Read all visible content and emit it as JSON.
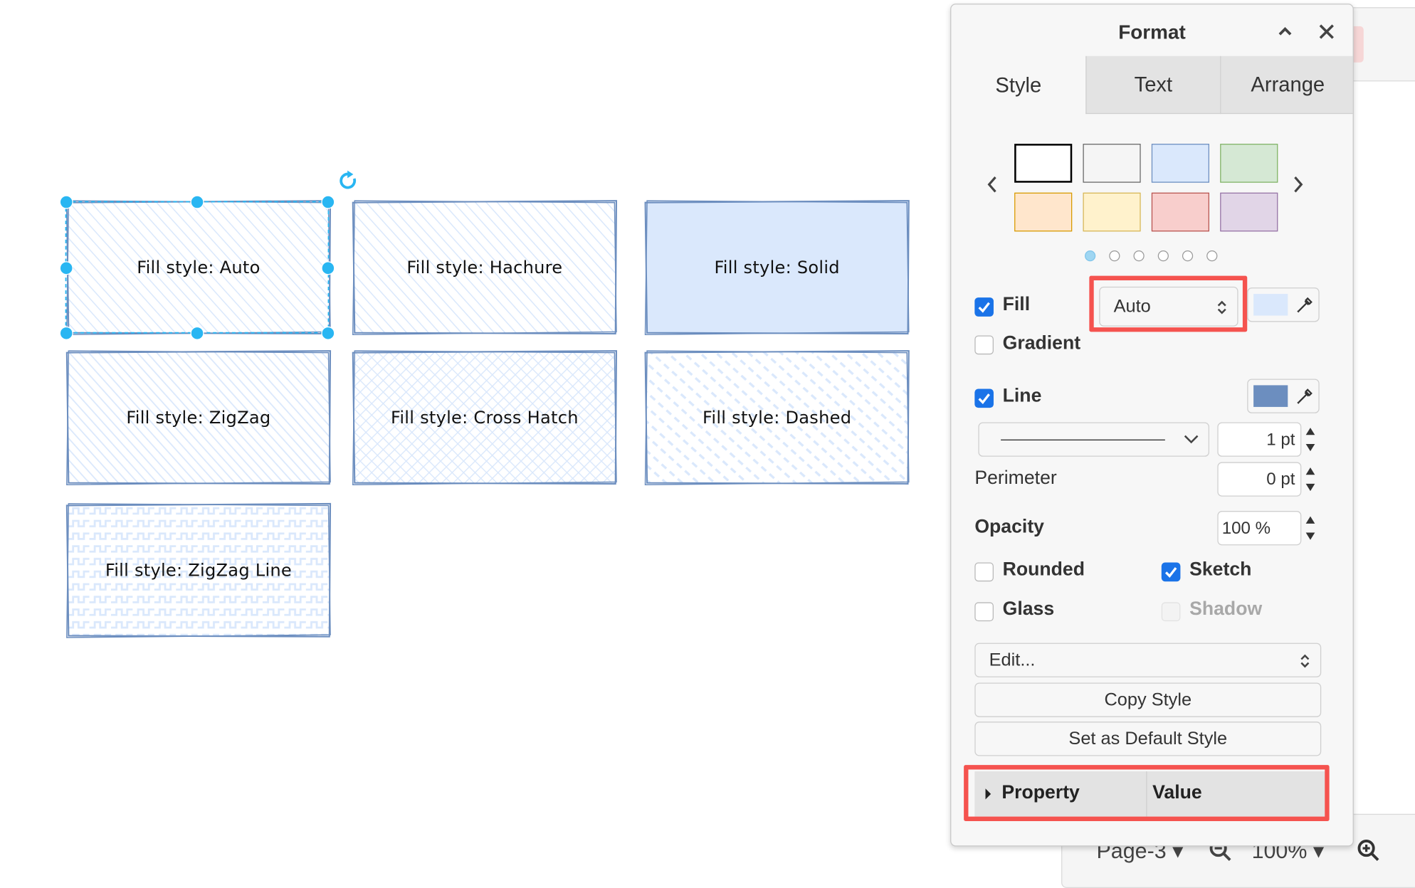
{
  "canvas": {
    "shapes": [
      {
        "label": "Fill style: Auto",
        "fill_style": "auto",
        "selected": true
      },
      {
        "label": "Fill style: Hachure",
        "fill_style": "hachure"
      },
      {
        "label": "Fill style: Solid",
        "fill_style": "solid"
      },
      {
        "label": "Fill style: ZigZag",
        "fill_style": "zigzag"
      },
      {
        "label": "Fill style: Cross Hatch",
        "fill_style": "cross-hatch"
      },
      {
        "label": "Fill style: Dashed",
        "fill_style": "dashed"
      },
      {
        "label": "Fill style: ZigZag Line",
        "fill_style": "zigzag-line"
      }
    ],
    "rotate_icon": "rotate-icon"
  },
  "colors": {
    "shape_stroke": "#6c8ebf",
    "shape_fill": "#dae8fc",
    "selection": "#29b6f2",
    "highlight": "#f5534f",
    "checkbox": "#1a73e8"
  },
  "format_panel": {
    "title": "Format",
    "collapse_icon": "chevron-up-icon",
    "close_icon": "close-icon",
    "tabs": [
      {
        "label": "Style",
        "active": true
      },
      {
        "label": "Text",
        "active": false
      },
      {
        "label": "Arrange",
        "active": false
      }
    ],
    "swatches": [
      {
        "fill": "#ffffff",
        "stroke": "#000000"
      },
      {
        "fill": "#f5f5f5",
        "stroke": "#666666"
      },
      {
        "fill": "#dae8fc",
        "stroke": "#6c8ebf"
      },
      {
        "fill": "#d5e8d4",
        "stroke": "#82b366"
      },
      {
        "fill": "#ffe6cc",
        "stroke": "#d79b00"
      },
      {
        "fill": "#fff2cc",
        "stroke": "#d6b656"
      },
      {
        "fill": "#f8cecc",
        "stroke": "#b85450"
      },
      {
        "fill": "#e1d5e7",
        "stroke": "#9673a6"
      }
    ],
    "swatch_page": 1,
    "swatch_pages": 6,
    "fill": {
      "label": "Fill",
      "checked": true,
      "style_value": "Auto",
      "color": "#dae8fc"
    },
    "gradient": {
      "label": "Gradient",
      "checked": false
    },
    "line": {
      "label": "Line",
      "checked": true,
      "color": "#6c8ebf",
      "width": "1 pt"
    },
    "perimeter": {
      "label": "Perimeter",
      "value": "0 pt"
    },
    "opacity": {
      "label": "Opacity",
      "value": "100 %"
    },
    "rounded": {
      "label": "Rounded",
      "checked": false
    },
    "sketch": {
      "label": "Sketch",
      "checked": true
    },
    "glass": {
      "label": "Glass",
      "checked": false
    },
    "shadow": {
      "label": "Shadow",
      "checked": false,
      "disabled": true
    },
    "edit_select": "Edit...",
    "copy_style": "Copy Style",
    "set_default_style": "Set as Default Style",
    "property_table": {
      "col_property": "Property",
      "col_value": "Value"
    }
  },
  "toolbar": {
    "page_label": "Page-3",
    "zoom_level": "100%"
  }
}
